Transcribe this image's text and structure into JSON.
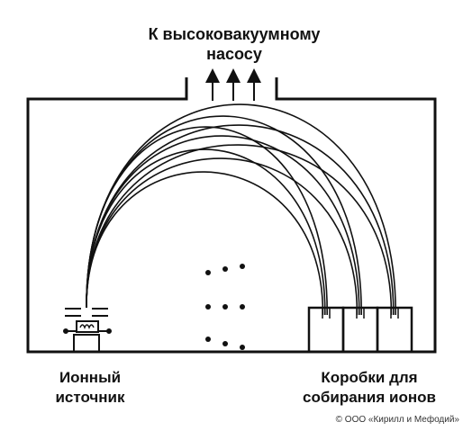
{
  "labels": {
    "pump_line1": "К высоковакуумному",
    "pump_line2": "насосу",
    "source_line1": "Ионный",
    "source_line2": "источник",
    "boxes_line1": "Коробки для",
    "boxes_line2": "собирания ионов"
  },
  "copyright": "© ООО «Кирилл и Мефодий»",
  "colors": {
    "line": "#111111",
    "background": "#ffffff"
  }
}
